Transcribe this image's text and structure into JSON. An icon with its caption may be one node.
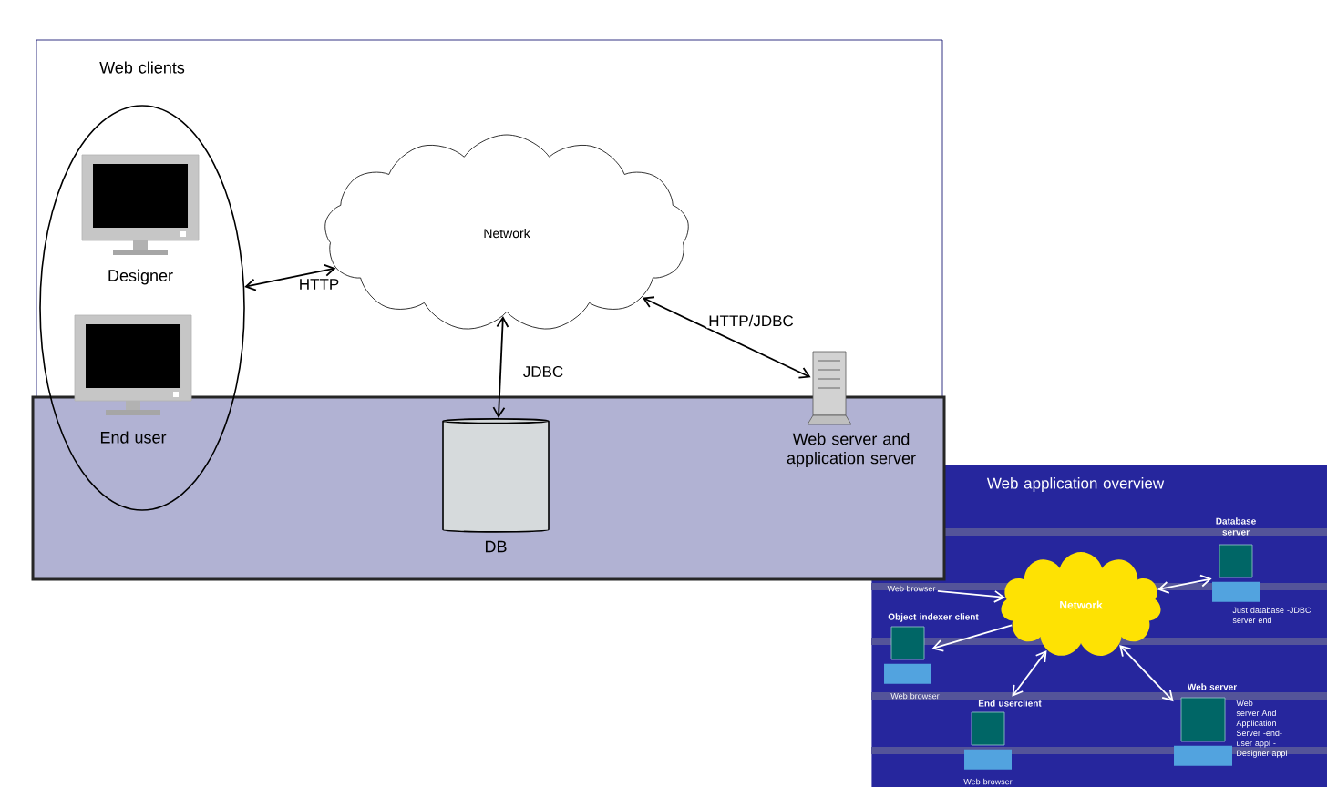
{
  "diagram": {
    "nodes": [
      {
        "text": [
          "Web clients"
        ]
      },
      {
        "text": [
          "Designer"
        ],
        "in": 0
      },
      {
        "text": [
          "End user"
        ],
        "in": 0
      },
      {
        "text": [
          "Network"
        ]
      },
      {
        "text": [
          "Web server and application server"
        ]
      },
      {
        "text": [
          "DB"
        ]
      },
      {
        "text": [
          "Web application overview"
        ]
      },
      {
        "text": [
          "Network"
        ],
        "in": 6
      },
      {
        "text": [
          "Database server",
          "Just database -JDBC server end"
        ],
        "in": 6
      },
      {
        "text": [
          "Web browser"
        ],
        "in": 6
      },
      {
        "text": [
          "Object indexer client",
          "Web browser"
        ],
        "in": 6
      },
      {
        "text": [
          "End userclient",
          "Web browser"
        ],
        "in": 6
      },
      {
        "text": [
          "Web server",
          "Web server And Application Server -end-user appl -Designer appl"
        ],
        "in": 6
      }
    ],
    "edges": [
      {
        "from": 0,
        "to": 3,
        "arrow": "both",
        "label": "HTTP",
        "color": "#000000"
      },
      {
        "from": 3,
        "to": 5,
        "arrow": "both",
        "label": "JDBC",
        "color": "#000000"
      },
      {
        "from": 3,
        "to": 4,
        "arrow": "both",
        "label": "HTTP/JDBC",
        "color": "#000000"
      },
      {
        "from": 9,
        "to": 7,
        "arrow": "to",
        "color": "#ffffff"
      },
      {
        "from": 7,
        "to": 8,
        "arrow": "both",
        "color": "#ffffff"
      },
      {
        "from": 7,
        "to": 10,
        "arrow": "to",
        "color": "#ffffff"
      },
      {
        "from": 7,
        "to": 11,
        "arrow": "both",
        "color": "#ffffff"
      },
      {
        "from": 7,
        "to": 12,
        "arrow": "both",
        "color": "#ffffff"
      }
    ]
  }
}
